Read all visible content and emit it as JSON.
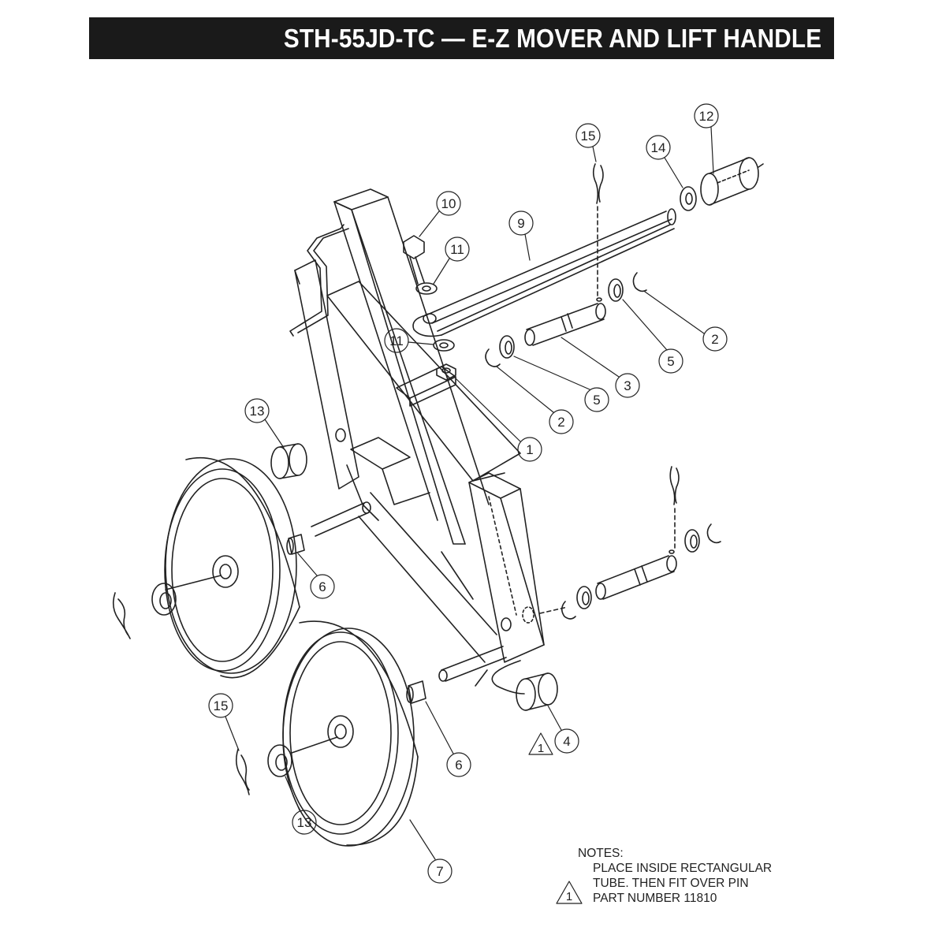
{
  "title": "STH-55JD-TC — E-Z MOVER AND LIFT HANDLE",
  "callouts": [
    {
      "id": "c15a",
      "label": "15"
    },
    {
      "id": "c12",
      "label": "12"
    },
    {
      "id": "c14",
      "label": "14"
    },
    {
      "id": "c10",
      "label": "10"
    },
    {
      "id": "c9",
      "label": "9"
    },
    {
      "id": "c11a",
      "label": "11"
    },
    {
      "id": "c11b",
      "label": "11"
    },
    {
      "id": "c2a",
      "label": "2"
    },
    {
      "id": "c5a",
      "label": "5"
    },
    {
      "id": "c3",
      "label": "3"
    },
    {
      "id": "c5b",
      "label": "5"
    },
    {
      "id": "c2b",
      "label": "2"
    },
    {
      "id": "c1",
      "label": "1"
    },
    {
      "id": "c13a",
      "label": "13"
    },
    {
      "id": "c6a",
      "label": "6"
    },
    {
      "id": "c4",
      "label": "4"
    },
    {
      "id": "c6b",
      "label": "6"
    },
    {
      "id": "c15b",
      "label": "15"
    },
    {
      "id": "c13b",
      "label": "13"
    },
    {
      "id": "c7",
      "label": "7"
    }
  ],
  "warning_symbol_label": "1",
  "notes": {
    "heading": "NOTES:",
    "line1": "PLACE INSIDE RECTANGULAR",
    "line2": "TUBE. THEN FIT OVER PIN",
    "line3": "PART NUMBER 11810",
    "symbol_label": "1"
  }
}
